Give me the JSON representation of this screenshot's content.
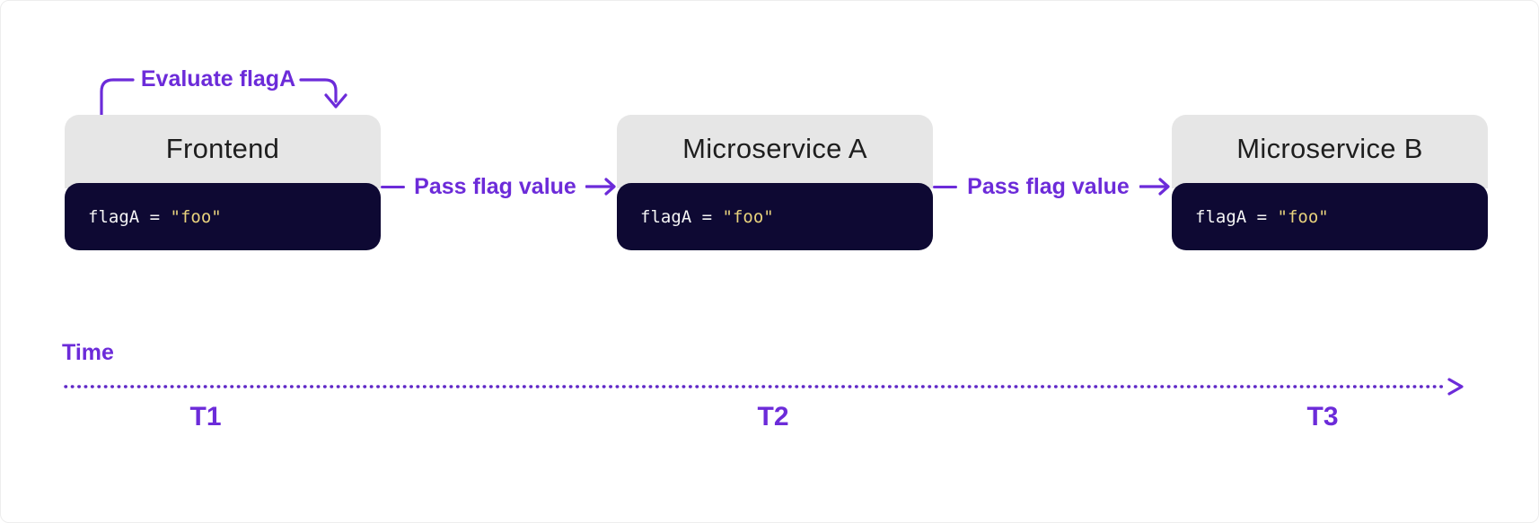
{
  "colors": {
    "accent_purple": "#6c2bd9",
    "card_header_bg": "#e6e6e6",
    "card_title_text": "#1e1e1e",
    "code_block_bg": "#0e0933",
    "code_text": "#f5f5f5",
    "code_string": "#e8d27d",
    "background": "#ffffff"
  },
  "annotation": {
    "label": "Evaluate flagA"
  },
  "services": [
    {
      "title": "Frontend",
      "code_var": "flagA = ",
      "code_value": "\"foo\""
    },
    {
      "title": "Microservice A",
      "code_var": "flagA = ",
      "code_value": "\"foo\""
    },
    {
      "title": "Microservice B",
      "code_var": "flagA = ",
      "code_value": "\"foo\""
    }
  ],
  "connectors": [
    {
      "label": "Pass flag value"
    },
    {
      "label": "Pass flag value"
    }
  ],
  "timeline": {
    "label": "Time",
    "ticks": [
      "T1",
      "T2",
      "T3"
    ]
  }
}
